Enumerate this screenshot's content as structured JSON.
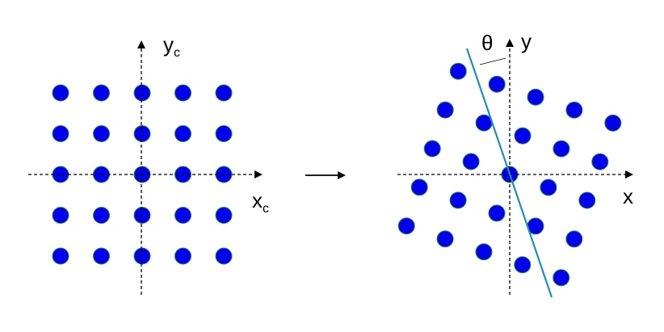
{
  "left_panel": {
    "x_axis_label": "x",
    "x_axis_subscript": "c",
    "y_axis_label": "y",
    "y_axis_subscript": "c",
    "grid_rows": 5,
    "grid_cols": 5
  },
  "right_panel": {
    "x_axis_label": "x",
    "y_axis_label": "y",
    "angle_label": "θ"
  },
  "colors": {
    "dot": "#0000ee",
    "dot_outline": "#2a8a3a",
    "rotated_axis": "#1a8fbf",
    "axis": "#000000"
  },
  "icons": {
    "transition": "right-arrow-icon"
  }
}
